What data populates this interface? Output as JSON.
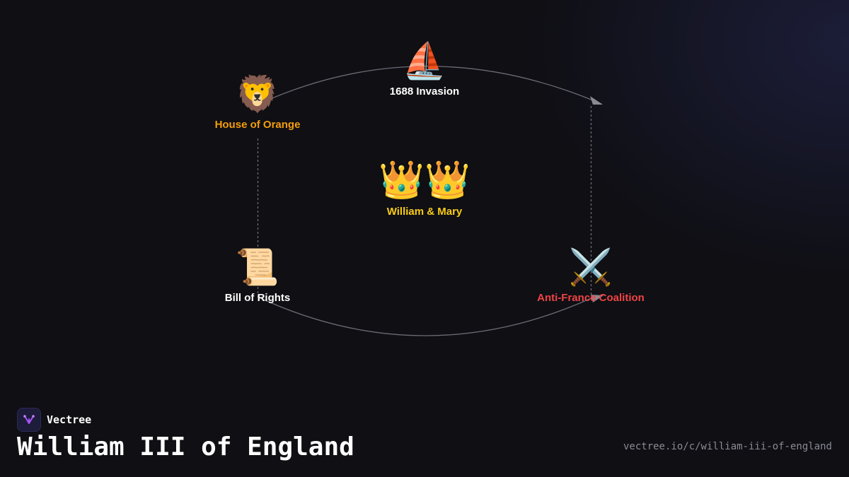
{
  "diagram": {
    "nodes": [
      {
        "id": "invasion",
        "icon": "⛵",
        "icon_name": "sailboat-icon",
        "label": "1688 Invasion",
        "color": "#ffffff"
      },
      {
        "id": "orange",
        "icon": "🦁",
        "icon_name": "lion-icon",
        "label": "House of Orange",
        "color": "#f59e0b"
      },
      {
        "id": "monarchs",
        "icon": "👑👑",
        "icon_name": "crowns-icon",
        "label": "William & Mary",
        "color": "#facc15"
      },
      {
        "id": "rights",
        "icon": "📜",
        "icon_name": "scroll-icon",
        "label": "Bill of Rights",
        "color": "#ffffff"
      },
      {
        "id": "coalition",
        "icon": "⚔️",
        "icon_name": "crossed-swords-icon",
        "label": "Anti-France Coalition",
        "color": "#ef4444"
      }
    ],
    "connector_color": "#6b6b75",
    "arrow_color": "#8a8a95"
  },
  "brand": {
    "name": "Vectree",
    "logo_color": "#a855f7"
  },
  "page": {
    "title": "William III of England",
    "url": "vectree.io/c/william-iii-of-england"
  }
}
